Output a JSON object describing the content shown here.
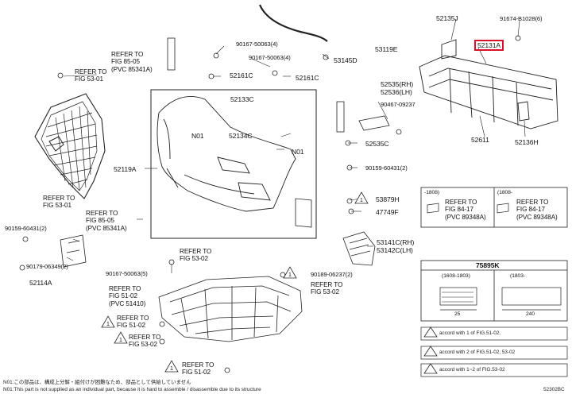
{
  "diagram_code": "52302BC",
  "parts": {
    "p52119A": "52119A",
    "p52133C": "52133C",
    "p52134C": "52134C",
    "p52161C_a": "52161C",
    "p52161C_b": "52161C",
    "p53119E": "53119E",
    "p53145D": "53145D",
    "p52135J": "52135J",
    "p52131A": "52131A",
    "p52611": "52611",
    "p52136H": "52136H",
    "p52535_rh": "52535(RH)",
    "p52536_lh": "52536(LH)",
    "p52535C": "52535C",
    "p53879H": "53879H",
    "p47749F": "47749F",
    "p53141C": "53141C(RH)",
    "p53142C": "53142C(LH)",
    "p52114A": "52114A",
    "p75895K": "75895K",
    "n01_a": "N01",
    "n01_b": "N01"
  },
  "fasteners": {
    "f1": "90167-50063(4)",
    "f2": "90167-50063(4)",
    "f3": "91674-B1028(6)",
    "f4": "90467-09237",
    "f5": "90159-60431(2)",
    "f6": "90159-60431(2)",
    "f7": "90179-06349(2)",
    "f8": "90167-50063(5)",
    "f9": "90189-06237(2)"
  },
  "refs": {
    "r_85_05_a": [
      "REFER TO",
      "FIG 85-05",
      "(PVC 85341A)"
    ],
    "r_53_01_a": [
      "REFER TO",
      "FIG 53-01"
    ],
    "r_53_01_b": [
      "REFER TO",
      "FIG 53-01"
    ],
    "r_85_05_b": [
      "REFER TO",
      "FIG 85-05",
      "(PVC 85341A)"
    ],
    "r_53_02_a": [
      "REFER TO",
      "FIG 53-02"
    ],
    "r_51_02_a": [
      "REFER TO",
      "FIG 51-02",
      "(PVC 51410)"
    ],
    "r_51_02_b": [
      "REFER TO",
      "FIG 51-02"
    ],
    "r_53_02_b": [
      "REFER TO",
      "FIG 53-02"
    ],
    "r_51_02_c": [
      "REFER TO",
      "FIG 51-02"
    ],
    "r_53_02_c": [
      "REFER TO",
      "FIG 53-02"
    ],
    "r_84_17_a": [
      "REFER TO",
      "FIG 84-17",
      "(PVC 89348A)"
    ],
    "r_84_17_b": [
      "REFER TO",
      "FIG 84-17",
      "(PVC 89348A)"
    ]
  },
  "date_ranges": {
    "left_top": "-1808)",
    "right_top": "(1808-",
    "left_label": "(1608-1803)",
    "right_label": "(1803-"
  },
  "dims": {
    "d1": "25",
    "d2": "240"
  },
  "triangles": {
    "t1": "1",
    "t2": "2",
    "t3": "1~2"
  },
  "legend": [
    {
      "sym": "1",
      "text": "accord with 1 of FIG.51-02."
    },
    {
      "sym": "2",
      "text": "accord with 2 of FIG.51-02, 53-02"
    },
    {
      "sym": "1~2",
      "text": "accord with 1~2 of FIG.53-02"
    }
  ],
  "footnotes": {
    "jp": "N01:この部品は、構成上分解・組付けが困難なため、部品として供給していません",
    "en": "N01:This part is not supplied as an individual part, because it is hard to assemble / disassemble due to its structure"
  }
}
